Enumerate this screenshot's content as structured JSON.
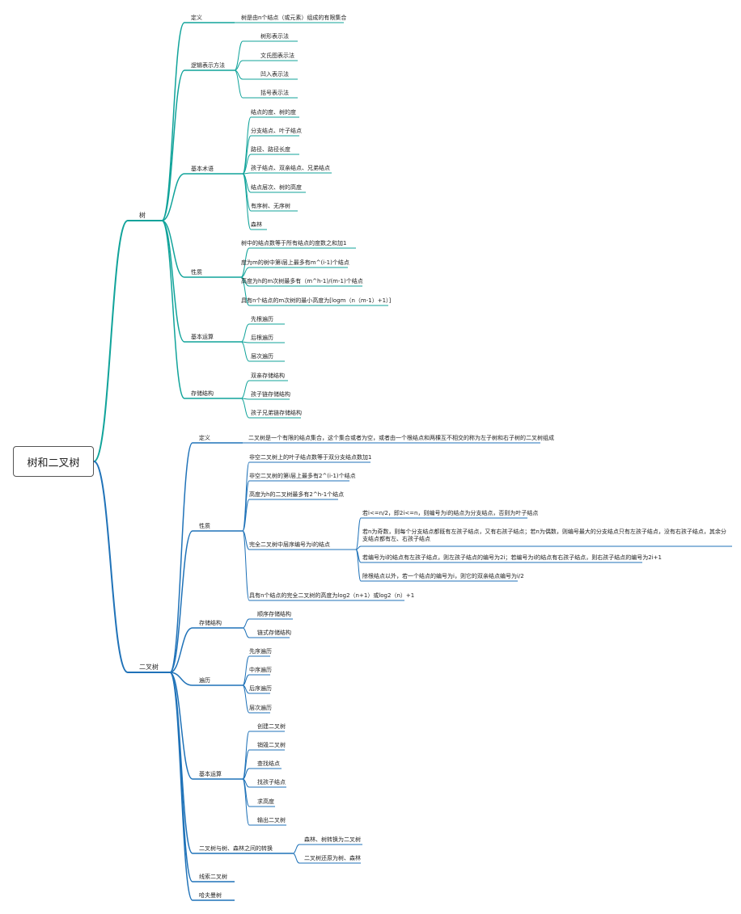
{
  "colors": {
    "tree": "#10a39a",
    "binary": "#1f72b8"
  },
  "root": {
    "label": "树和二叉树"
  },
  "tree": {
    "label": "树",
    "definition": {
      "label": "定义",
      "text": "树是由n个结点（或元素）组成的有限集合"
    },
    "logic": {
      "label": "逻辑表示方法",
      "items": [
        "树形表示法",
        "文氏图表示法",
        "凹入表示法",
        "括号表示法"
      ]
    },
    "terms": {
      "label": "基本术语",
      "items": [
        "结点的度、树的度",
        "分支结点、叶子结点",
        "路径、路径长度",
        "孩子结点、双亲结点、兄弟结点",
        "结点层次、树的高度",
        "有序树、无序树",
        "森林"
      ]
    },
    "props": {
      "label": "性质",
      "items": [
        "树中的结点数等于所有结点的度数之和加1",
        "度为m的树中第i层上最多有m^(i-1)个结点",
        "高度为h的m次树最多有（m^h-1)/(m-1)个结点",
        "具有n个结点的m次树的最小高度为[logm（n（m-1）+1）]"
      ]
    },
    "ops": {
      "label": "基本运算",
      "items": [
        "先根遍历",
        "后根遍历",
        "层次遍历"
      ]
    },
    "storage": {
      "label": "存储结构",
      "items": [
        "双亲存储结构",
        "孩子链存储结构",
        "孩子兄弟链存储结构"
      ]
    }
  },
  "binary": {
    "label": "二叉树",
    "definition": {
      "label": "定义",
      "text": "二叉树是一个有限的结点集合，这个集合或者为空，或者由一个根结点和两棵互不相交的称为左子树和右子树的二叉树组成"
    },
    "props": {
      "label": "性质",
      "items": [
        "非空二叉树上的叶子结点数等于双分支结点数加1",
        "非空二叉树的第i层上最多有2^(i-1)个结点",
        "高度为h的二叉树最多有2^h-1个结点",
        "完全二叉树中层序编号为i的结点",
        "具有n个结点的完全二叉树的高度为log2（n+1）或log2（n）+1"
      ],
      "complete": [
        "若i<=n/2，即2i<=n，则编号为i的结点为分支结点，否则为叶子结点",
        "若n为奇数，则每个分支结点都既有左孩子结点，又有右孩子结点；若n为偶数，则编号最大的分支结点只有左孩子结点，没有右孩子结点，其余分支结点都有左、右孩子结点",
        "若编号为i的结点有左孩子结点，则左孩子结点的编号为2i；若编号为i的结点有右孩子结点，则右孩子结点的编号为2i+1",
        "除根结点以外，若一个结点的编号为i，则它的双亲结点编号为i/2"
      ]
    },
    "storage": {
      "label": "存储结构",
      "items": [
        "顺序存储结构",
        "链式存储结构"
      ]
    },
    "traversal": {
      "label": "遍历",
      "items": [
        "先序遍历",
        "中序遍历",
        "后序遍历",
        "层次遍历"
      ]
    },
    "ops": {
      "label": "基本运算",
      "items": [
        "创建二叉树",
        "销毁二叉树",
        "查找结点",
        "找孩子结点",
        "求高度",
        "输出二叉树"
      ]
    },
    "conversion": {
      "label": "二叉树与树、森林之间的转换",
      "items": [
        "森林、树转换为二叉树",
        "二叉树还原为树、森林"
      ]
    },
    "threaded": {
      "label": "线索二叉树"
    },
    "huffman": {
      "label": "哈夫曼树"
    }
  }
}
